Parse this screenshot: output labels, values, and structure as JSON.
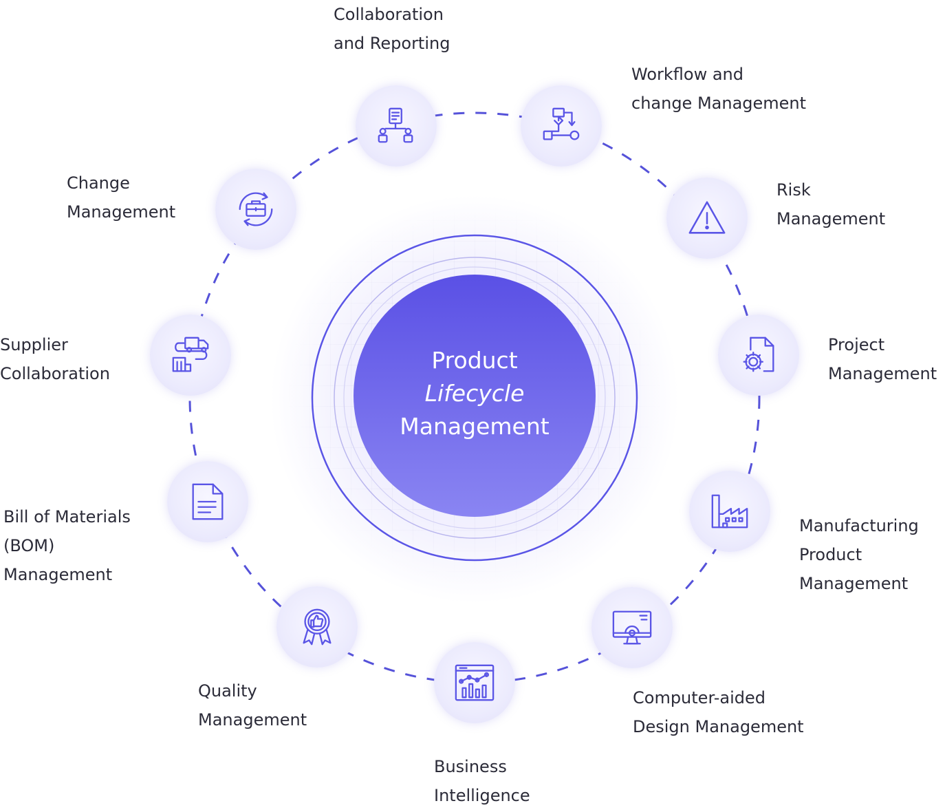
{
  "center": {
    "line1": "Product",
    "line2": "Lifecycle",
    "line3": "Management"
  },
  "colors": {
    "accent": "#5a55e6",
    "dash": "#5552d9",
    "center_top": "#5b52e6",
    "center_bottom": "#8c86f2"
  },
  "items": [
    {
      "label": "Collaboration\nand Reporting",
      "icon": "team-report-icon"
    },
    {
      "label": "Workflow and\nchange Management",
      "icon": "workflow-icon"
    },
    {
      "label": "Risk\nManagement",
      "icon": "warning-icon"
    },
    {
      "label": "Project\nManagement",
      "icon": "document-gear-icon"
    },
    {
      "label": "Manufacturing\nProduct\nManagement",
      "icon": "factory-icon"
    },
    {
      "label": "Computer-aided\nDesign Management",
      "icon": "monitor-gear-icon"
    },
    {
      "label": "Business\nIntelligence",
      "icon": "analytics-chart-icon"
    },
    {
      "label": "Quality\nManagement",
      "icon": "award-thumbs-up-icon"
    },
    {
      "label": "Bill of Materials\n(BOM)\nManagement",
      "icon": "document-icon"
    },
    {
      "label": "Supplier\nCollaboration",
      "icon": "delivery-truck-icon"
    },
    {
      "label": "Change\nManagement",
      "icon": "briefcase-cycle-icon"
    }
  ]
}
